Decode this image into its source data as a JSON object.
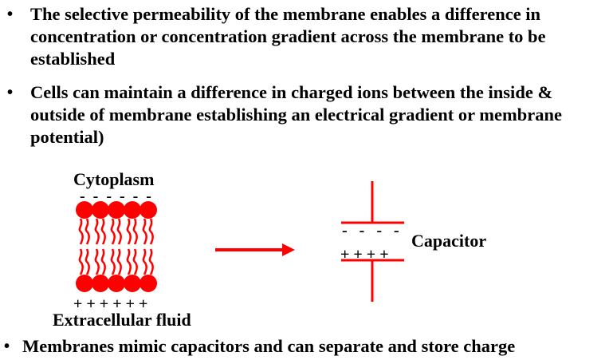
{
  "bullets": [
    {
      "marker": "•",
      "text": "The selective permeability of the membrane enables a difference in concentration or concentration gradient across the membrane to be established"
    },
    {
      "marker": "•",
      "text": "Cells can maintain a difference in charged ions between the inside & outside of membrane establishing an electrical gradient or membrane potential)"
    },
    {
      "marker": "•",
      "text": "Membranes mimic capacitors and can separate and store charge"
    }
  ],
  "diagram": {
    "top_label": "Cytoplasm",
    "bottom_label": "Extracellular fluid",
    "membrane_top_charges": "-  -  -  -  -  -",
    "membrane_bottom_charges": "+ + + + + +",
    "capacitor_label": "Capacitor",
    "capacitor_top_charges": "-   -   -   -",
    "capacitor_bottom_charges": "+ + + +",
    "accent_color": "#ff0000"
  }
}
